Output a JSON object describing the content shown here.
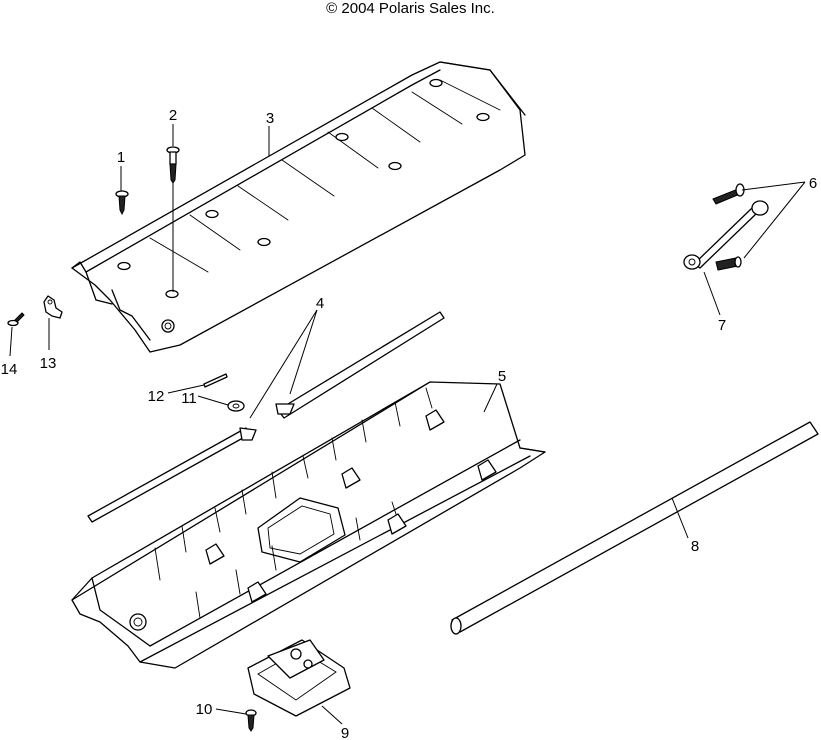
{
  "header": {
    "copyright": "© 2004 Polaris Sales Inc."
  },
  "callouts": [
    "1",
    "2",
    "3",
    "4",
    "5",
    "6",
    "7",
    "8",
    "9",
    "10",
    "11",
    "12",
    "13",
    "14"
  ]
}
